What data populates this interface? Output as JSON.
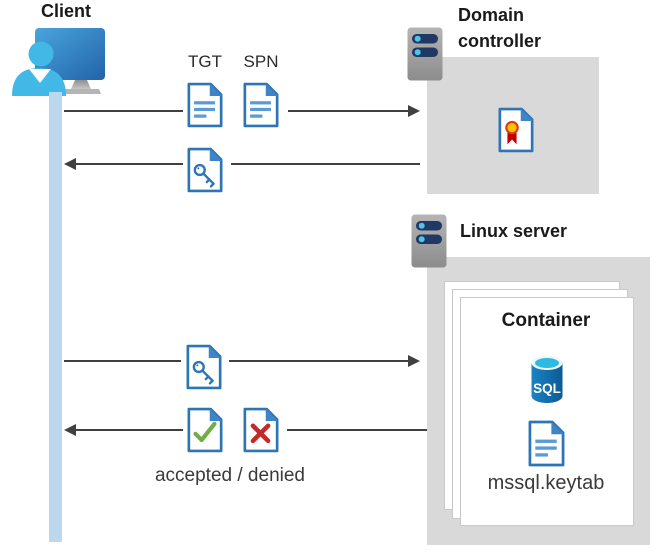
{
  "client": {
    "label": "Client"
  },
  "domain_controller": {
    "label": "Domain controller"
  },
  "linux_server": {
    "label": "Linux server"
  },
  "container": {
    "label": "Container",
    "sql_badge": "SQL",
    "keytab_label": "mssql.keytab"
  },
  "flow": {
    "tgt_label": "TGT",
    "spn_label": "SPN",
    "result_label": "accepted / denied"
  },
  "colors": {
    "doc_border_blue": "#2E75B6",
    "doc_text_blue": "#5B9BD5",
    "fold_blue": "#3D85C6",
    "person_cyan": "#41B8E5",
    "gray_box": "#D9D9D9",
    "arrow_gray": "#404040",
    "timeline_blue": "#BDD7EE",
    "check_green": "#70AD47",
    "cross_red": "#C02B2B",
    "medal_yellow": "#FFC000",
    "medal_ring_orange": "#DD3A12",
    "ribbon_red": "#C00000",
    "server_bar_navy": "#1F3864",
    "server_led_blue": "#4FC3E8",
    "sql_blue": "#1272B5",
    "sql_top_cyan": "#2FB9DF"
  }
}
